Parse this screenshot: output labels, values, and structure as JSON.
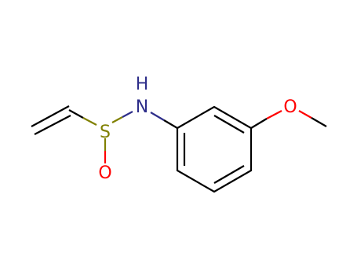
{
  "molecule": {
    "atoms": {
      "S": {
        "label": "S",
        "color": "#808000"
      },
      "N": {
        "label": "N",
        "color": "#2e2e8a"
      },
      "H": {
        "label": "H",
        "color": "#2e2e8a"
      },
      "O_sulfinyl": {
        "label": "O",
        "color": "#ff0000"
      },
      "O_methoxy": {
        "label": "O",
        "color": "#ff0000"
      }
    },
    "bond_color": "#000000"
  }
}
